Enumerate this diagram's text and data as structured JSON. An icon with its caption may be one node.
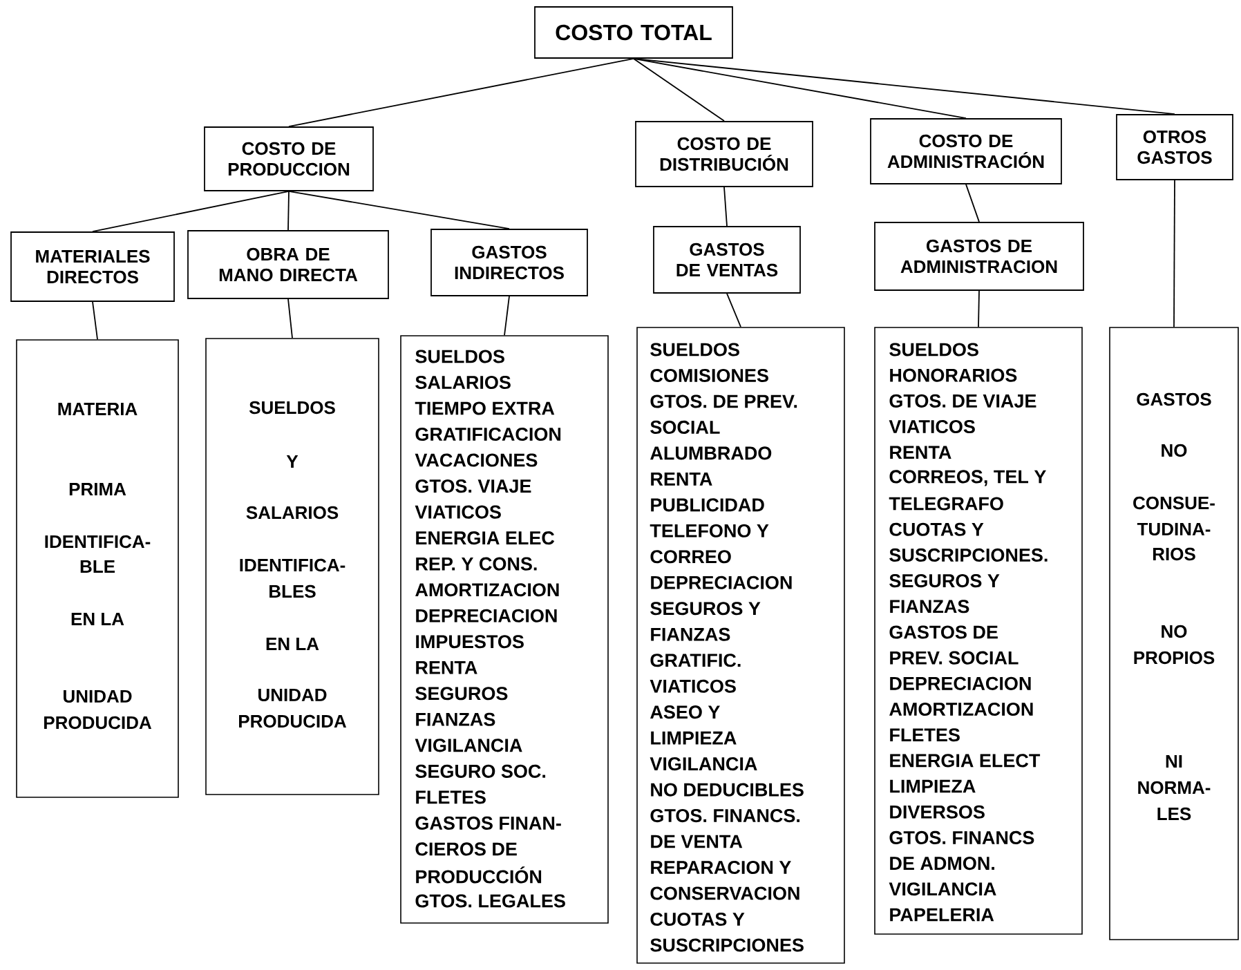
{
  "diagram": {
    "nodes": [
      {
        "text": [
          "COSTO TOTAL"
        ]
      },
      {
        "text": [
          "COSTO DE PRODUCCION"
        ]
      },
      {
        "text": [
          "COSTO DE DISTRIBUCIÓN"
        ]
      },
      {
        "text": [
          "COSTO DE ADMINISTRACIÓN"
        ]
      },
      {
        "text": [
          "OTROS GASTOS"
        ]
      },
      {
        "text": [
          "MATERIALES DIRECTOS"
        ]
      },
      {
        "text": [
          "OBRA DE MANO DIRECTA"
        ]
      },
      {
        "text": [
          "GASTOS INDIRECTOS"
        ]
      },
      {
        "text": [
          "GASTOS DE VENTAS"
        ]
      },
      {
        "text": [
          "GASTOS DE ADMINISTRACION"
        ]
      },
      {
        "text": [
          "MATERIA",
          "PRIMA",
          "IDENTIFICA-",
          "BLE",
          "EN LA",
          "UNIDAD",
          "PRODUCIDA"
        ]
      },
      {
        "text": [
          "SUELDOS",
          "Y",
          "SALARIOS",
          "IDENTIFICA-",
          "BLES",
          "EN LA",
          "UNIDAD",
          "PRODUCIDA"
        ]
      },
      {
        "text": [
          "SUELDOS",
          "SALARIOS",
          "TIEMPO EXTRA",
          "GRATIFICACION",
          "VACACIONES",
          "GTOS. VIAJE",
          "VIATICOS",
          "ENERGIA ELEC",
          "REP. Y CONS.",
          "AMORTIZACION",
          "DEPRECIACION",
          "IMPUESTOS",
          "RENTA",
          "SEGUROS",
          "FIANZAS",
          "VIGILANCIA",
          "SEGURO SOC.",
          "FLETES",
          "GASTOS FINAN-",
          "CIEROS DE",
          "PRODUCCIÓN",
          "GTOS. LEGALES"
        ]
      },
      {
        "text": [
          "SUELDOS",
          "COMISIONES",
          "GTOS. DE PREV.",
          "SOCIAL",
          "ALUMBRADO",
          "RENTA",
          "PUBLICIDAD",
          "TELEFONO Y",
          "CORREO",
          "DEPRECIACION",
          "SEGUROS Y",
          "FIANZAS",
          "GRATIFIC.",
          "VIATICOS",
          "ASEO Y",
          "LIMPIEZA",
          "VIGILANCIA",
          "NO DEDUCIBLES",
          "GTOS. FINANCS.",
          "DE VENTA",
          "REPARACION Y",
          "CONSERVACION",
          "CUOTAS Y",
          "SUSCRIPCIONES"
        ]
      },
      {
        "text": [
          "SUELDOS",
          "HONORARIOS",
          "GTOS. DE VIAJE",
          "VIATICOS",
          "RENTA",
          "CORREOS, TEL Y",
          "TELEGRAFO",
          "CUOTAS Y",
          "SUSCRIPCIONES.",
          "SEGUROS Y",
          "FIANZAS",
          "GASTOS DE",
          "PREV. SOCIAL",
          "DEPRECIACION",
          "AMORTIZACION",
          "FLETES",
          "ENERGIA ELECT",
          "LIMPIEZA",
          "DIVERSOS",
          "GTOS. FINANCS",
          "DE ADMON.",
          "VIGILANCIA",
          "PAPELERIA"
        ]
      },
      {
        "text": [
          "GASTOS",
          "NO",
          "CONSUE-",
          "TUDINA-",
          "RIOS",
          "NO",
          "PROPIOS",
          "NI",
          "NORMA-",
          "LES"
        ]
      }
    ],
    "edges": [
      {
        "from": 0,
        "to": 1,
        "arrow": "none"
      },
      {
        "from": 0,
        "to": 2,
        "arrow": "none"
      },
      {
        "from": 0,
        "to": 3,
        "arrow": "none"
      },
      {
        "from": 0,
        "to": 4,
        "arrow": "none"
      },
      {
        "from": 1,
        "to": 5,
        "arrow": "none"
      },
      {
        "from": 1,
        "to": 6,
        "arrow": "none"
      },
      {
        "from": 1,
        "to": 7,
        "arrow": "none"
      },
      {
        "from": 2,
        "to": 8,
        "arrow": "none"
      },
      {
        "from": 3,
        "to": 9,
        "arrow": "none"
      },
      {
        "from": 4,
        "to": 15,
        "arrow": "none"
      },
      {
        "from": 5,
        "to": 10,
        "arrow": "none"
      },
      {
        "from": 6,
        "to": 11,
        "arrow": "none"
      },
      {
        "from": 7,
        "to": 12,
        "arrow": "none"
      },
      {
        "from": 8,
        "to": 13,
        "arrow": "none"
      },
      {
        "from": 9,
        "to": 14,
        "arrow": "none"
      }
    ]
  }
}
